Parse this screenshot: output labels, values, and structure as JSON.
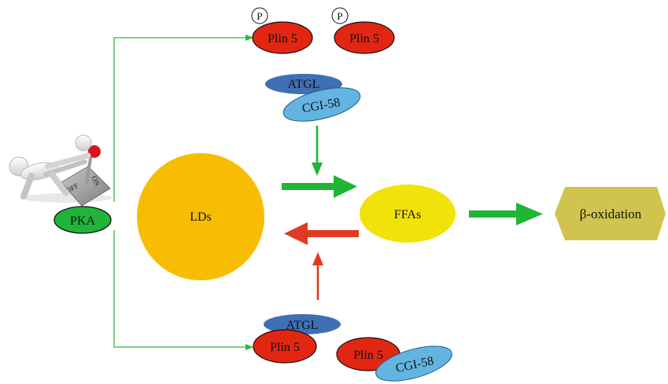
{
  "nodes": {
    "pka": "PKA",
    "lds": "LDs",
    "ffas": "FFAs",
    "beta_oxidation": "β-oxidation",
    "plin5_top_left": "Plin 5",
    "plin5_top_right": "Plin 5",
    "plin5_bottom_left": "Plin 5",
    "plin5_bottom_right": "Plin 5",
    "atgl_top": "ATGL",
    "cgi58_top": "CGI-58",
    "atgl_bottom": "ATGL",
    "cgi58_bottom": "CGI-58",
    "phospho_left": "P",
    "phospho_right": "P"
  },
  "switch_figure": {
    "on_label": "ON",
    "off_label": "OFF"
  },
  "colors": {
    "connector_green": "#2db83a",
    "arrow_green": "#1fb535",
    "arrow_red": "#e23a22",
    "plin5_red": "#e32612",
    "pka_green": "#20b43a",
    "lds_orange": "#f8bd02",
    "ffas_yellow": "#f1e20a",
    "beta_ox_olive": "#d1c44e",
    "atgl_blue": "#3f6fb5",
    "cgi58_lightblue": "#64b4e2"
  }
}
